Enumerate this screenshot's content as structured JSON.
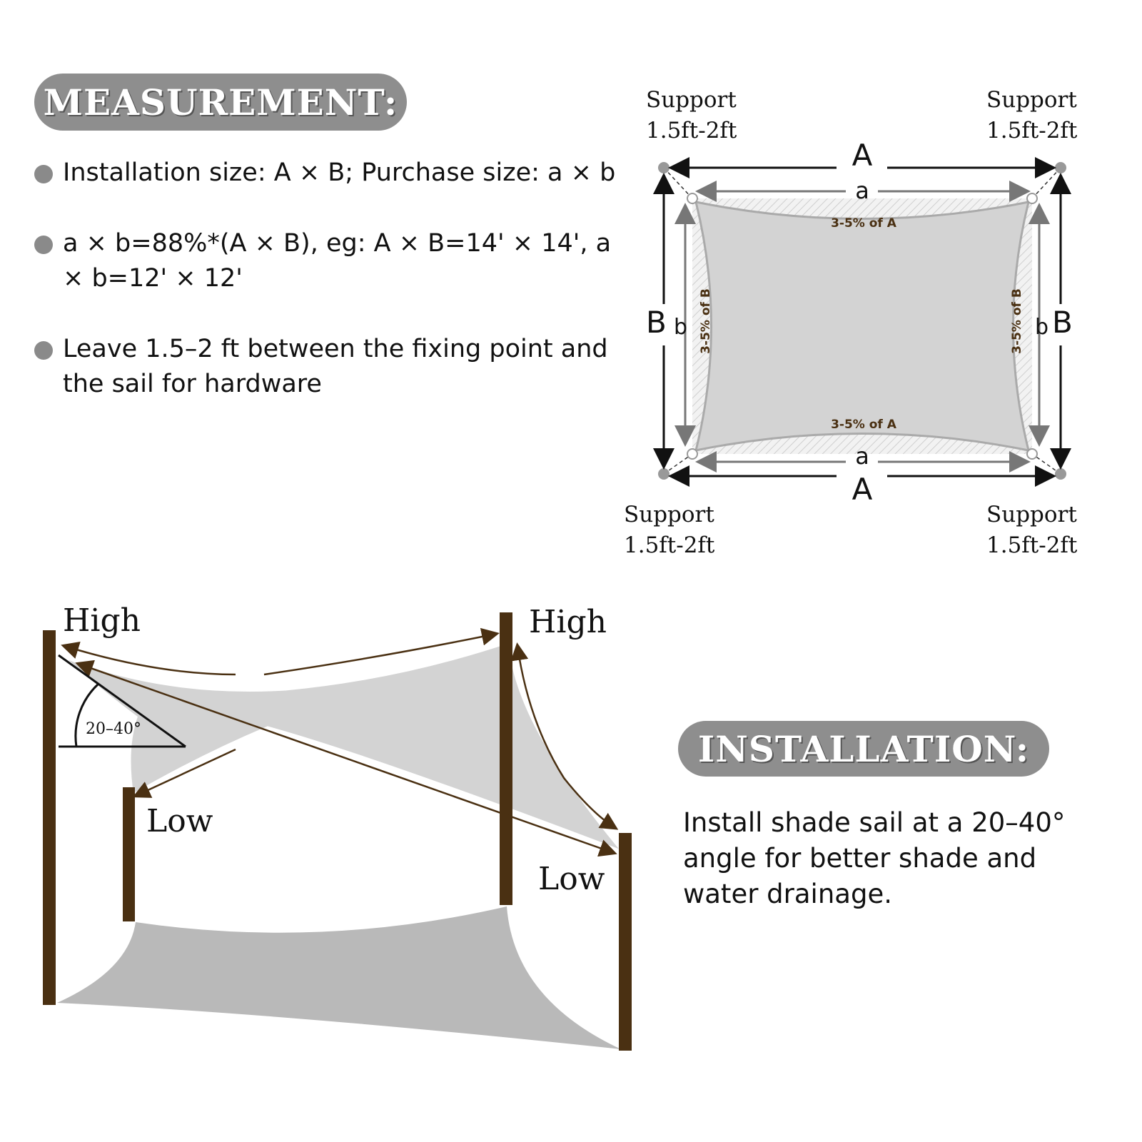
{
  "measurement": {
    "heading": "MEASUREMENT:",
    "bullets": [
      "Installation size: A × B; Purchase size: a × b",
      "a × b=88%*(A × B), eg: A × B=14' × 14', a × b=12' × 12'",
      "Leave 1.5–2 ft between the fixing point and the sail for hardware"
    ]
  },
  "diagram": {
    "support_label": "Support",
    "support_distance": "1.5ft-2ft",
    "install_width": "A",
    "install_length": "B",
    "purchase_width": "a",
    "purchase_length": "b",
    "sag_width": "3-5% of A",
    "sag_length": "3-5% of B"
  },
  "angle_diagram": {
    "high_label": "High",
    "low_label": "Low",
    "angle_label": "20–40°"
  },
  "installation": {
    "heading": "INSTALLATION:",
    "text": "Install shade sail at a 20–40° angle for better shade and water drainage."
  },
  "colors": {
    "pill": "#8e8e8e",
    "post": "#4a3012",
    "sail": "#d3d3d3"
  }
}
